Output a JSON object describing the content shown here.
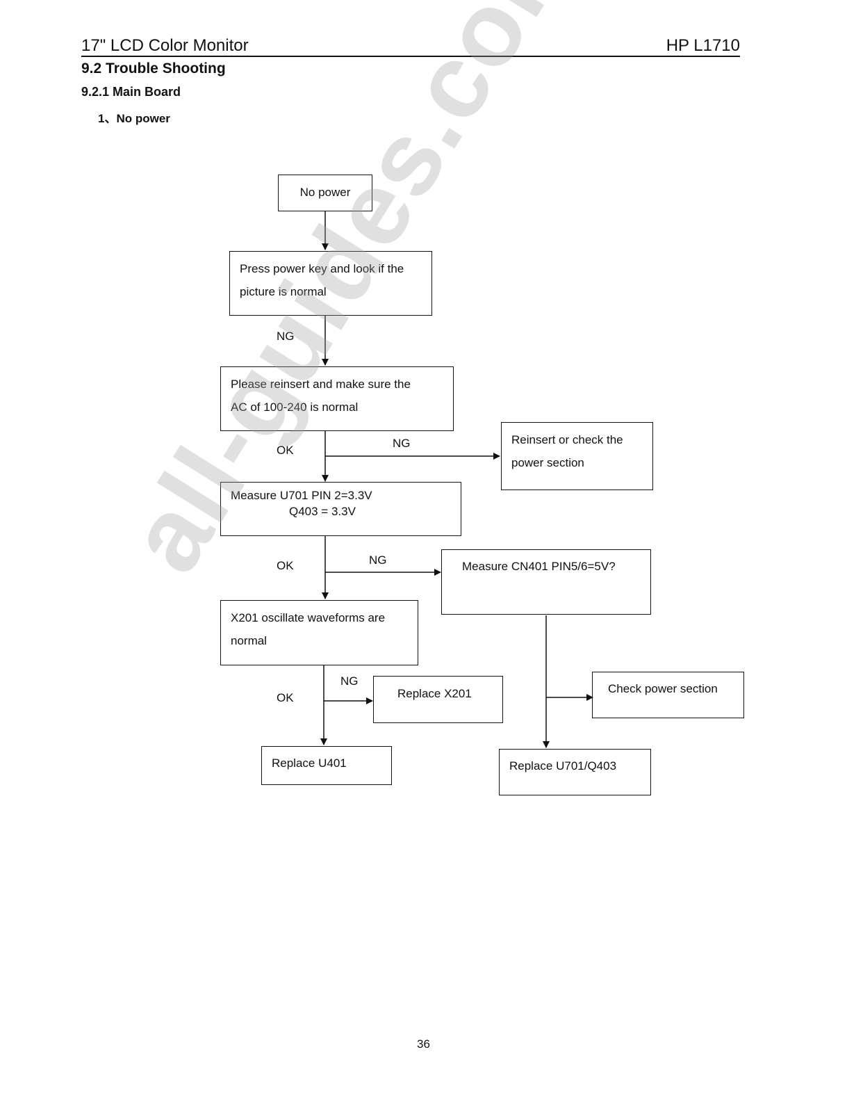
{
  "header": {
    "left": "17\" LCD Color Monitor",
    "right": "HP L1710"
  },
  "section": {
    "title": "9.2 Trouble Shooting",
    "subtitle": "9.2.1 Main Board",
    "item": "1、No power"
  },
  "watermark": "all-guides.com",
  "flowchart": {
    "nodes": {
      "no_power": "No power",
      "press_key": [
        "Press power key and look if the",
        "picture is normal"
      ],
      "reinsert_ac": [
        "Please reinsert and make sure the",
        "AC of 100-240 is normal"
      ],
      "reinsert_check": [
        "Reinsert or check the",
        "power section"
      ],
      "measure_u701": [
        "Measure U701 PIN 2=3.3V",
        "Q403 = 3.3V"
      ],
      "measure_cn401": "Measure CN401 PIN5/6=5V?",
      "x201": [
        "X201 oscillate waveforms are",
        "normal"
      ],
      "replace_x201": "Replace X201",
      "check_power": "Check power section",
      "replace_u401": "Replace U401",
      "replace_u701": "Replace U701/Q403"
    },
    "labels": {
      "ng_1": "NG",
      "ok_1": "OK",
      "ng_2": "NG",
      "ok_2": "OK",
      "ng_3": "NG",
      "ok_3": "OK",
      "ng_4": "NG"
    }
  },
  "page_number": "36"
}
